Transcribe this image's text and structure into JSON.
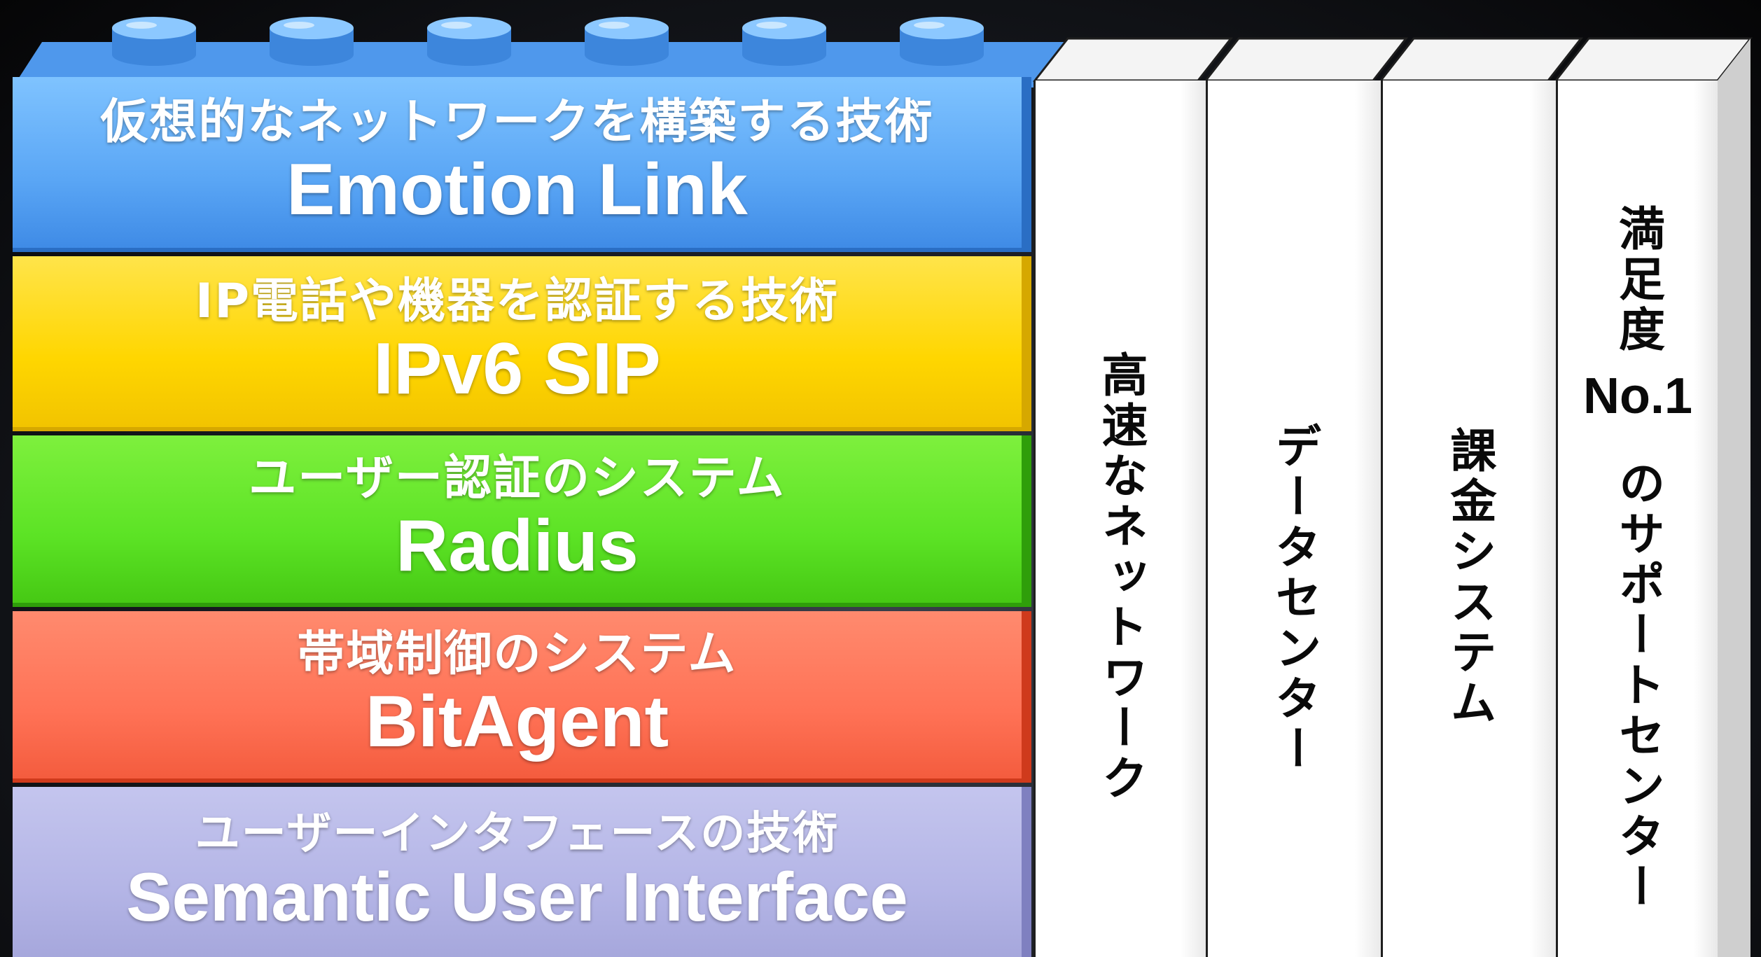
{
  "layers": [
    {
      "subtitle": "仮想的なネットワークを構築する技術",
      "title": "Emotion Link"
    },
    {
      "subtitle": "IP電話や機器を認証する技術",
      "title": "IPv6 SIP"
    },
    {
      "subtitle": "ユーザー認証のシステム",
      "title": "Radius"
    },
    {
      "subtitle": "帯域制御のシステム",
      "title": "BitAgent"
    },
    {
      "subtitle": "ユーザーインタフェースの技術",
      "title": "Semantic User Interface"
    }
  ],
  "columns": [
    {
      "label": "高速なネットワーク"
    },
    {
      "label": "データセンター"
    },
    {
      "label": "課金システム"
    },
    {
      "label_top": "満足度",
      "label_mid": "No.1",
      "label_bottom": "のサポートセンター"
    }
  ],
  "colors": {
    "blue": "#5aa6f5",
    "yellow": "#ffd600",
    "green": "#5ce325",
    "red": "#ff7256",
    "purple": "#b4b5e6"
  }
}
